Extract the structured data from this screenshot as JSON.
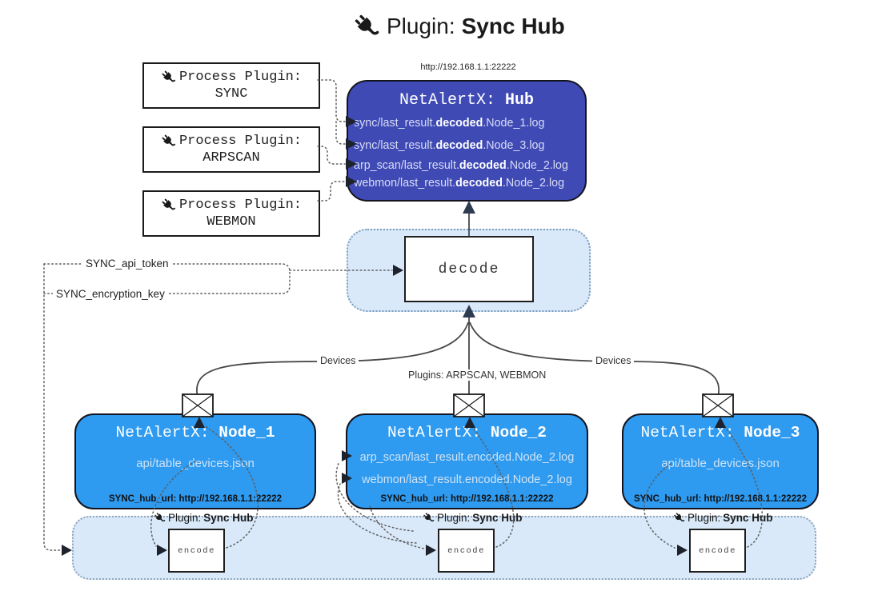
{
  "title": {
    "prefix": "Plugin:",
    "name": "Sync Hub"
  },
  "process_plugins": [
    {
      "label": "Process Plugin:",
      "name": "SYNC"
    },
    {
      "label": "Process Plugin:",
      "name": "ARPSCAN"
    },
    {
      "label": "Process Plugin:",
      "name": "WEBMON"
    }
  ],
  "hub": {
    "url": "http://192.168.1.1:22222",
    "title_prefix": "NetAlertX:",
    "title_name": "Hub",
    "logs": [
      {
        "pre": "sync/last_result.",
        "mid": "decoded",
        "post": ".Node_1.log"
      },
      {
        "pre": "sync/last_result.",
        "mid": "decoded",
        "post": ".Node_3.log"
      },
      {
        "pre": "arp_scan/last_result.",
        "mid": "decoded",
        "post": ".Node_2.log"
      },
      {
        "pre": "webmon/last_result.",
        "mid": "decoded",
        "post": ".Node_2.log"
      }
    ]
  },
  "decode_box": {
    "label": "decode"
  },
  "config_labels": {
    "api_token": "SYNC_api_token",
    "encryption_key": "SYNC_encryption_key"
  },
  "edge_labels": {
    "devices_left": "Devices",
    "plugins_center": "Plugins: ARPSCAN, WEBMON",
    "devices_right": "Devices"
  },
  "nodes": [
    {
      "title_prefix": "NetAlertX:",
      "title_name": "Node_1",
      "file1": "api/table_devices.json",
      "hub_url": "SYNC_hub_url: http://192.168.1.1:22222"
    },
    {
      "title_prefix": "NetAlertX:",
      "title_name": "Node_2",
      "file1": "arp_scan/last_result.encoded.Node_2.log",
      "file2": "webmon/last_result.encoded.Node_2.log",
      "hub_url": "SYNC_hub_url: http://192.168.1.1:22222"
    },
    {
      "title_prefix": "NetAlertX:",
      "title_name": "Node_3",
      "file1": "api/table_devices.json",
      "hub_url": "SYNC_hub_url: http://192.168.1.1:22222"
    }
  ],
  "encoders": [
    {
      "label_prefix": "Plugin:",
      "label_name": "Sync Hub",
      "box_label": "encode"
    },
    {
      "label_prefix": "Plugin:",
      "label_name": "Sync Hub",
      "box_label": "encode"
    },
    {
      "label_prefix": "Plugin:",
      "label_name": "Sync Hub",
      "box_label": "encode"
    }
  ],
  "colors": {
    "hub_bg": "#3f4ab5",
    "node_bg": "#2e9af0",
    "container_bg": "#d9e9f9",
    "box_border": "#1a1a1a",
    "wire": "#4a4a4a",
    "arrow": "#2e3b4e"
  }
}
